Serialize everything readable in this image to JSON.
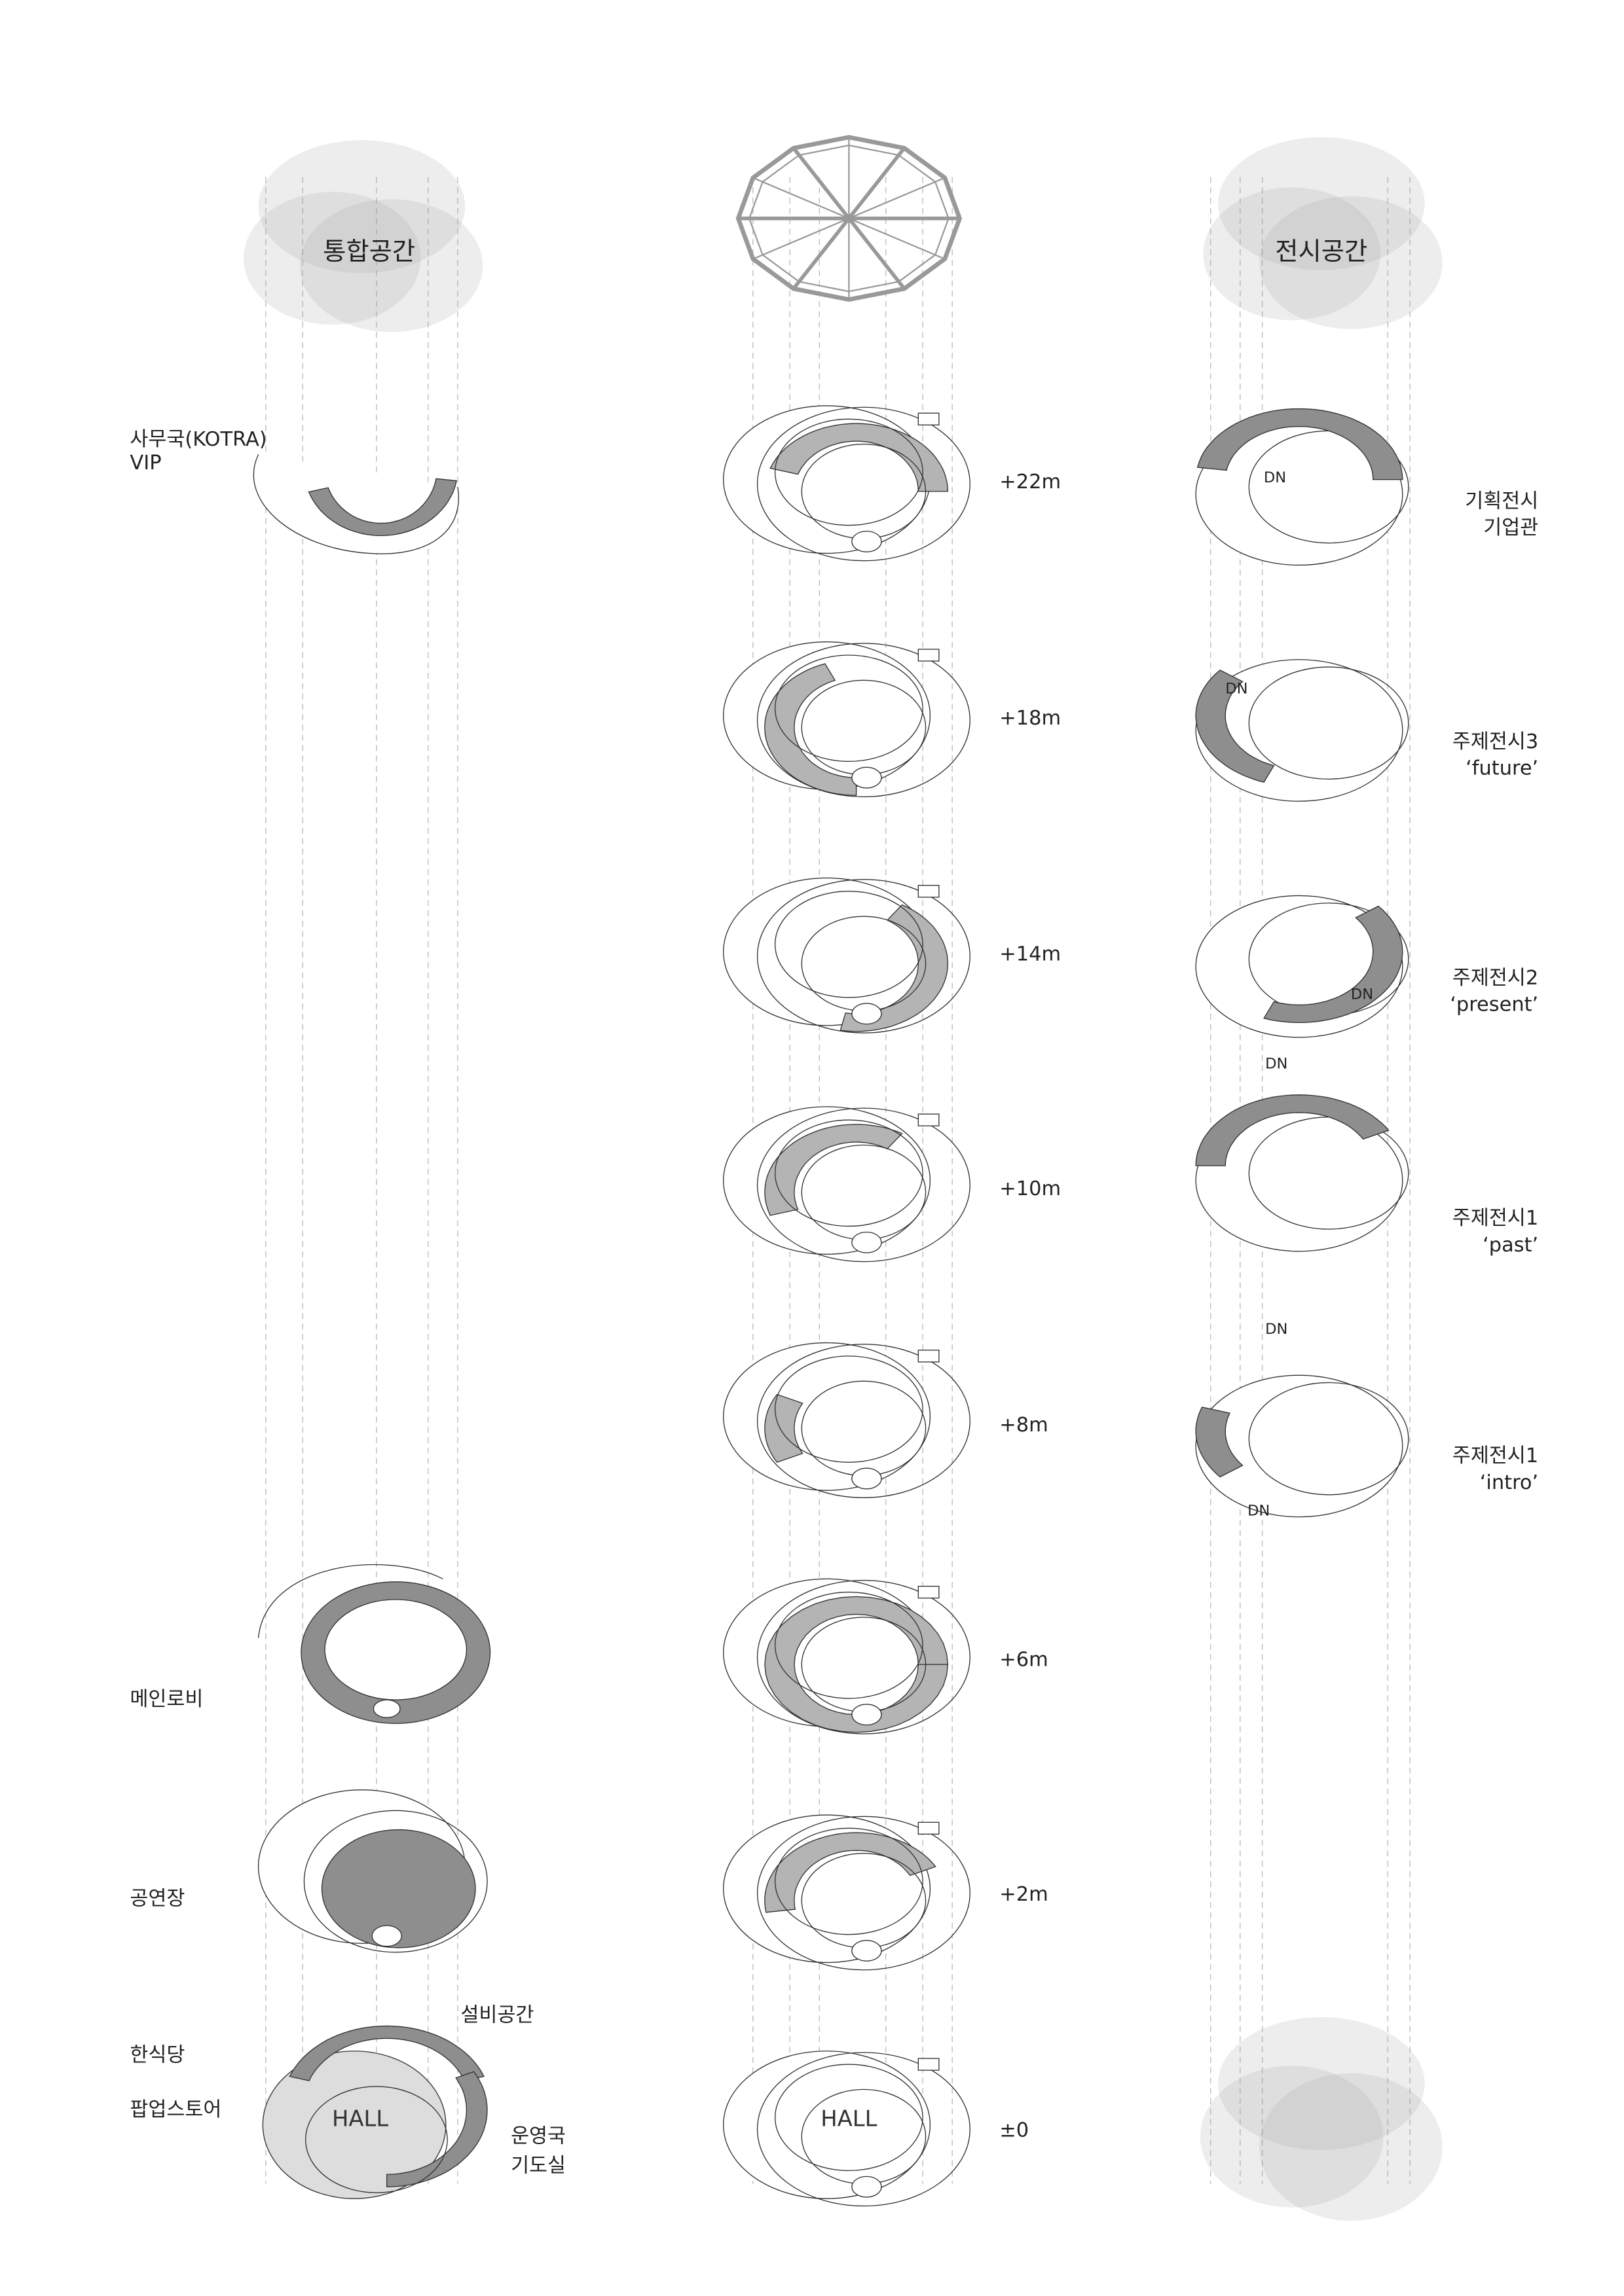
{
  "columns": {
    "left": {
      "title": "통합공간"
    },
    "middle": {
      "title": ""
    },
    "right": {
      "title": "전시공간"
    }
  },
  "left_labels": {
    "office": [
      "사무국(KOTRA)",
      "VIP"
    ],
    "main_lobby": "메인로비",
    "theater": "공연장",
    "restaurant": "한식당",
    "popup_store": "팝업스토어",
    "mechanical": "설비공간",
    "operations": [
      "운영국",
      "기도실"
    ],
    "hall": "HALL"
  },
  "levels": [
    "+22m",
    "+18m",
    "+14m",
    "+10m",
    "+8m",
    "+6m",
    "+2m",
    "±0"
  ],
  "middle_hall": "HALL",
  "right_labels": [
    {
      "line1": "기획전시",
      "line2": "기업관"
    },
    {
      "line1": "주제전시3",
      "line2": "‘future’"
    },
    {
      "line1": "주제전시2",
      "line2": "‘present’"
    },
    {
      "line1": "주제전시1",
      "line2": "‘past’"
    },
    {
      "line1": "주제전시1",
      "line2": "‘intro’"
    }
  ],
  "dn_label": "DN",
  "colors": {
    "dark_fill": "#8e8e8e",
    "mid_fill": "#b4b4b4",
    "line": "#333333"
  }
}
